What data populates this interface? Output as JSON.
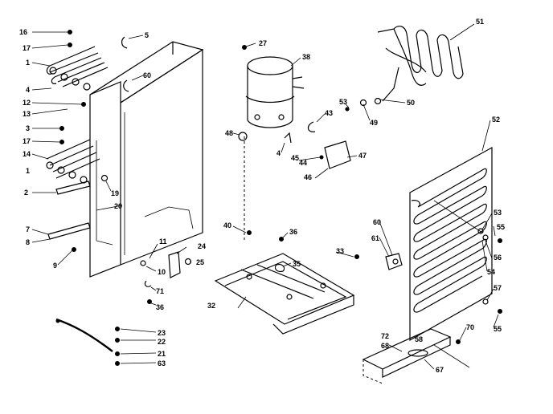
{
  "parts": [
    "16",
    "17",
    "1",
    "4",
    "12",
    "13",
    "3",
    "17",
    "14",
    "1",
    "2",
    "7",
    "8",
    "9",
    "5",
    "60",
    "19",
    "20",
    "11",
    "10",
    "24",
    "25",
    "71",
    "36",
    "23",
    "22",
    "21",
    "63",
    "27",
    "38",
    "48",
    "43",
    "4",
    "45",
    "44",
    "46",
    "47",
    "53",
    "49",
    "50",
    "51",
    "40",
    "36",
    "35",
    "33",
    "32",
    "52",
    "53",
    "55",
    "56",
    "54",
    "57",
    "55",
    "60",
    "61",
    "70",
    "72",
    "58",
    "68",
    "67"
  ]
}
